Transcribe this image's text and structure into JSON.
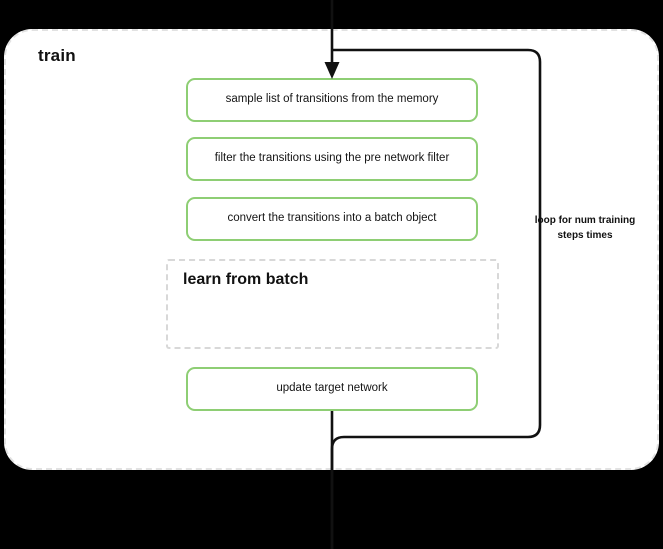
{
  "diagram": {
    "title": "train",
    "background_color": "#000000",
    "container": {
      "name": "train",
      "border_style": "dashed",
      "border_color": "#e2e2e2",
      "fill": "#ffffff"
    },
    "accent_color": "#8ece74",
    "line_color": "#111111",
    "steps": [
      {
        "label": "sample list of transitions from the memory"
      },
      {
        "label": "filter the transitions using the pre network filter"
      },
      {
        "label": "convert the transitions into a batch object"
      },
      {
        "label": "update target network"
      }
    ],
    "sub_block": {
      "title": "learn from batch",
      "border_style": "dashed",
      "border_color": "#d8d8d8"
    },
    "loop": {
      "label": "loop for num training steps times",
      "direction": "back-edge",
      "from": "update target network",
      "to": "sample list of transitions from the memory"
    },
    "edges": {
      "entry_arrow": "arrow-down-into-sample-list",
      "exit_line": "line-down-from-update-target-network"
    }
  }
}
